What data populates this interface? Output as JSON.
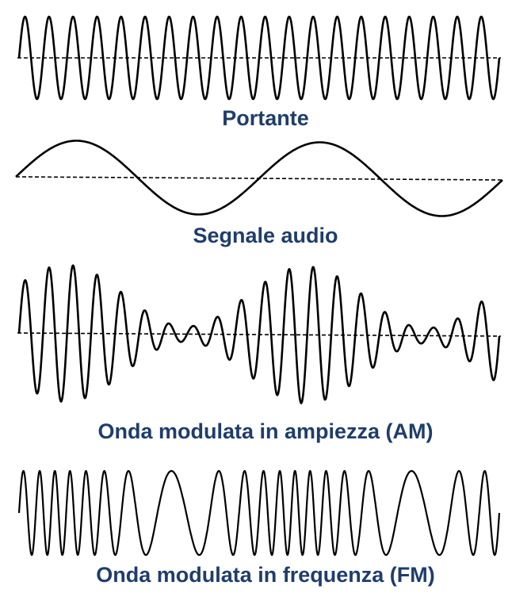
{
  "colors": {
    "caption": "#1f3d6b",
    "wave": "#000000",
    "axis": "#000000"
  },
  "captions": {
    "carrier": "Portante",
    "audio": "Segnale audio",
    "am": "Onda modulata in ampiezza (AM)",
    "fm": "Onda modulata in frequenza (FM)"
  },
  "waves": {
    "carrier_cycles": 20,
    "audio_cycles": 2,
    "am_depth": 0.8,
    "fm_deviation": 0.6
  }
}
